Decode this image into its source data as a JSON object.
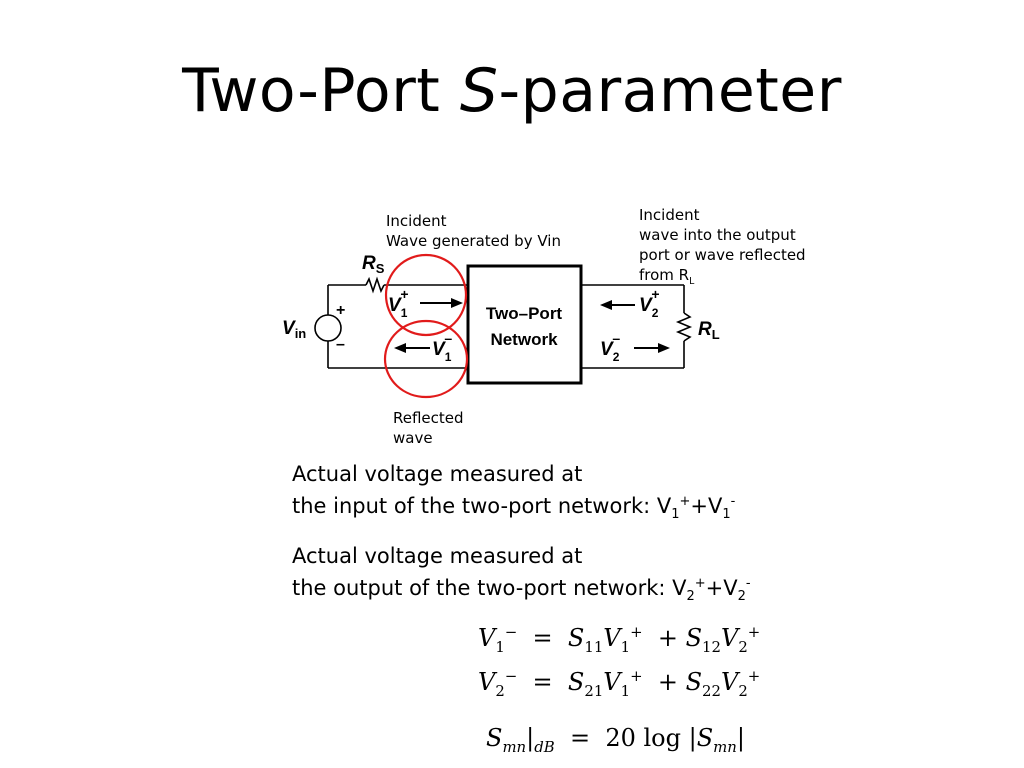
{
  "slide": {
    "title_prefix": "Two-Port ",
    "title_italic": "S",
    "title_suffix": "-parameter"
  },
  "annotations": {
    "incident_left": [
      "Incident",
      "Wave generated by Vin"
    ],
    "incident_right": [
      "Incident",
      "wave into the output",
      "port or wave reflected",
      "from R"
    ],
    "incident_right_sub": "L",
    "reflected": [
      "Reflected",
      "wave"
    ]
  },
  "diagram": {
    "source_label": "V",
    "source_sub": "in",
    "rs_label": "R",
    "rs_sub": "S",
    "rl_label": "R",
    "rl_sub": "L",
    "network_line1": "Two–Port",
    "network_line2": "Network",
    "plus": "+",
    "minus": "–",
    "v1_inc": "V",
    "v1_sub": "1",
    "v1_inc_sup": "+",
    "v1_ref_sup": "–",
    "v2_sub": "2",
    "v2_inc_sup": "+",
    "v2_ref_sup": "–",
    "highlight_color": "#e11b1b"
  },
  "statements": {
    "input_line1": "Actual voltage measured at",
    "input_line2": "the input of the two-port network: V",
    "output_line1": "Actual voltage measured at",
    "output_line2": "the output of the two-port network: V",
    "sub1": "1",
    "sub2": "2",
    "sup_plus": "+",
    "sup_minus": "-",
    "plus_sign": "+V"
  },
  "equations": {
    "eq1_lhs_sub": "1",
    "eq1_t1": "S",
    "eq1_t1_sub": "11",
    "eq1_t2_sub": "12",
    "eq2_lhs_sub": "2",
    "eq2_t1_sub": "21",
    "eq2_t2_sub": "22",
    "db_lhs": "S",
    "db_lhs_sub": "mn",
    "db_unit": "dB",
    "db_rhs_const": "20 log |",
    "db_rhs_var": "S"
  }
}
